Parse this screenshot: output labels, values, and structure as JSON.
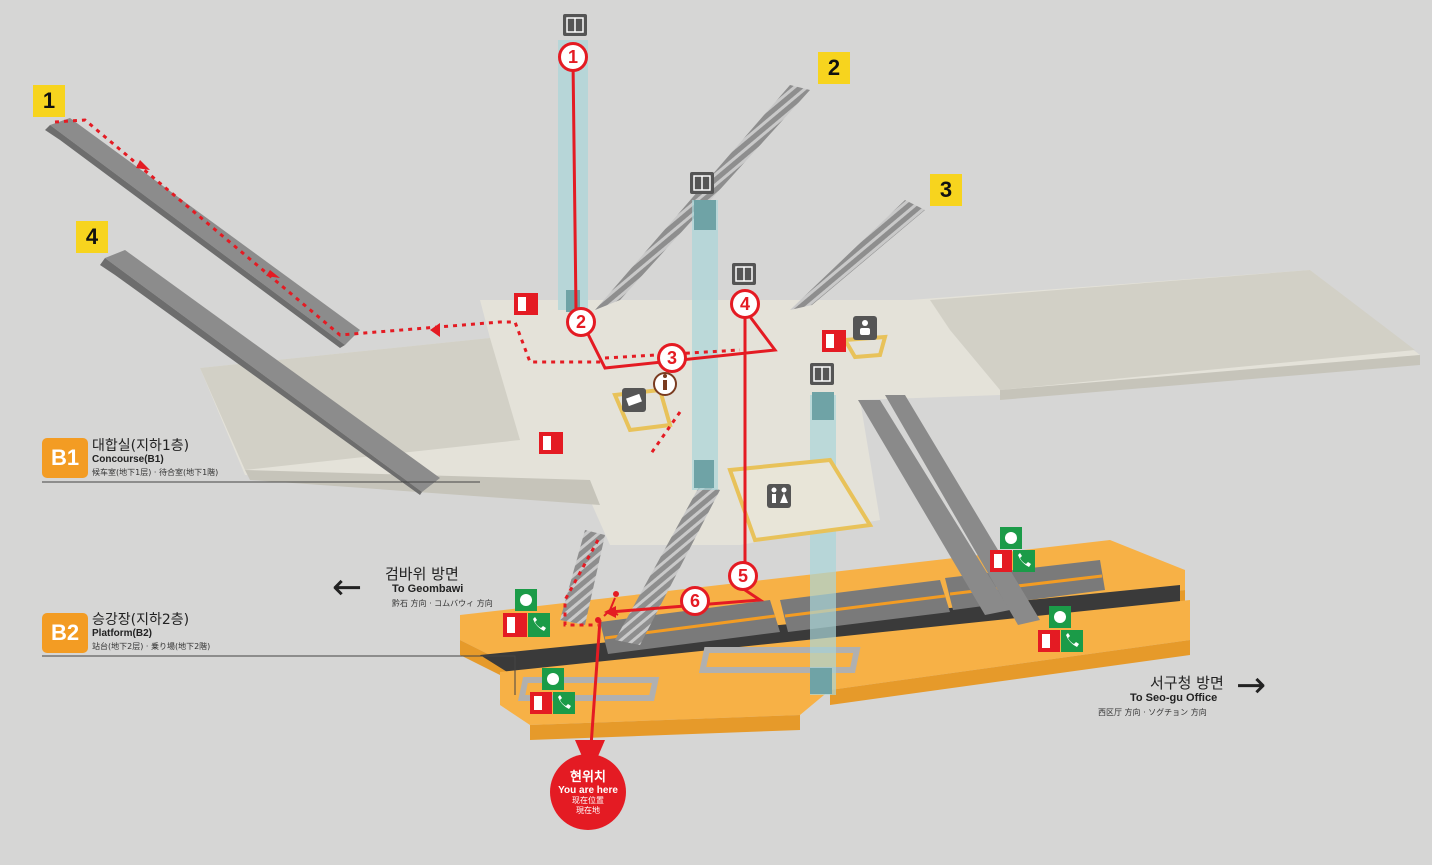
{
  "exits": [
    {
      "id": "exit-1",
      "label": "1"
    },
    {
      "id": "exit-2",
      "label": "2"
    },
    {
      "id": "exit-3",
      "label": "3"
    },
    {
      "id": "exit-4",
      "label": "4"
    }
  ],
  "floors": {
    "b1": {
      "badge": "B1",
      "name_ko": "대합실(지하1층)",
      "name_en": "Concourse(B1)",
      "name_sub": "候车室(地下1层) · 待合室(地下1階)"
    },
    "b2": {
      "badge": "B2",
      "name_ko": "승강장(지하2층)",
      "name_en": "Platform(B2)",
      "name_sub": "站台(地下2层) · 乗り場(地下2階)"
    }
  },
  "directions": {
    "left": {
      "ko": "검바위 방면",
      "en": "To Geombawi",
      "sub": "黔石 方向 · コムバウィ 方向"
    },
    "right": {
      "ko": "서구청 방면",
      "en": "To Seo-gu Office",
      "sub": "西区厅 方向 · ソグチョン 方向"
    }
  },
  "route_steps": [
    "1",
    "2",
    "3",
    "4",
    "5",
    "6"
  ],
  "you_are_here": {
    "ko": "현위치",
    "en": "You are here",
    "zh": "现在位置",
    "ja": "現在地"
  },
  "colors": {
    "background": "#d6d6d5",
    "floor_b1": "#e4e2d9",
    "platform": "#f7b146",
    "exit_badge": "#f7d41e",
    "floor_badge": "#f39c23",
    "route": "#e41b23",
    "elevator_shaft": "#a9d6d9"
  },
  "icons": {
    "elevator": "elevator-icon",
    "nursing_room": "baby-room-icon",
    "restroom": "restroom-icon",
    "info": "information-icon",
    "ticket": "ticket-machine-icon",
    "fire_extinguisher": "fire-extinguisher-icon",
    "emergency_phone": "emergency-phone-icon",
    "gas_mask": "gas-mask-icon"
  }
}
